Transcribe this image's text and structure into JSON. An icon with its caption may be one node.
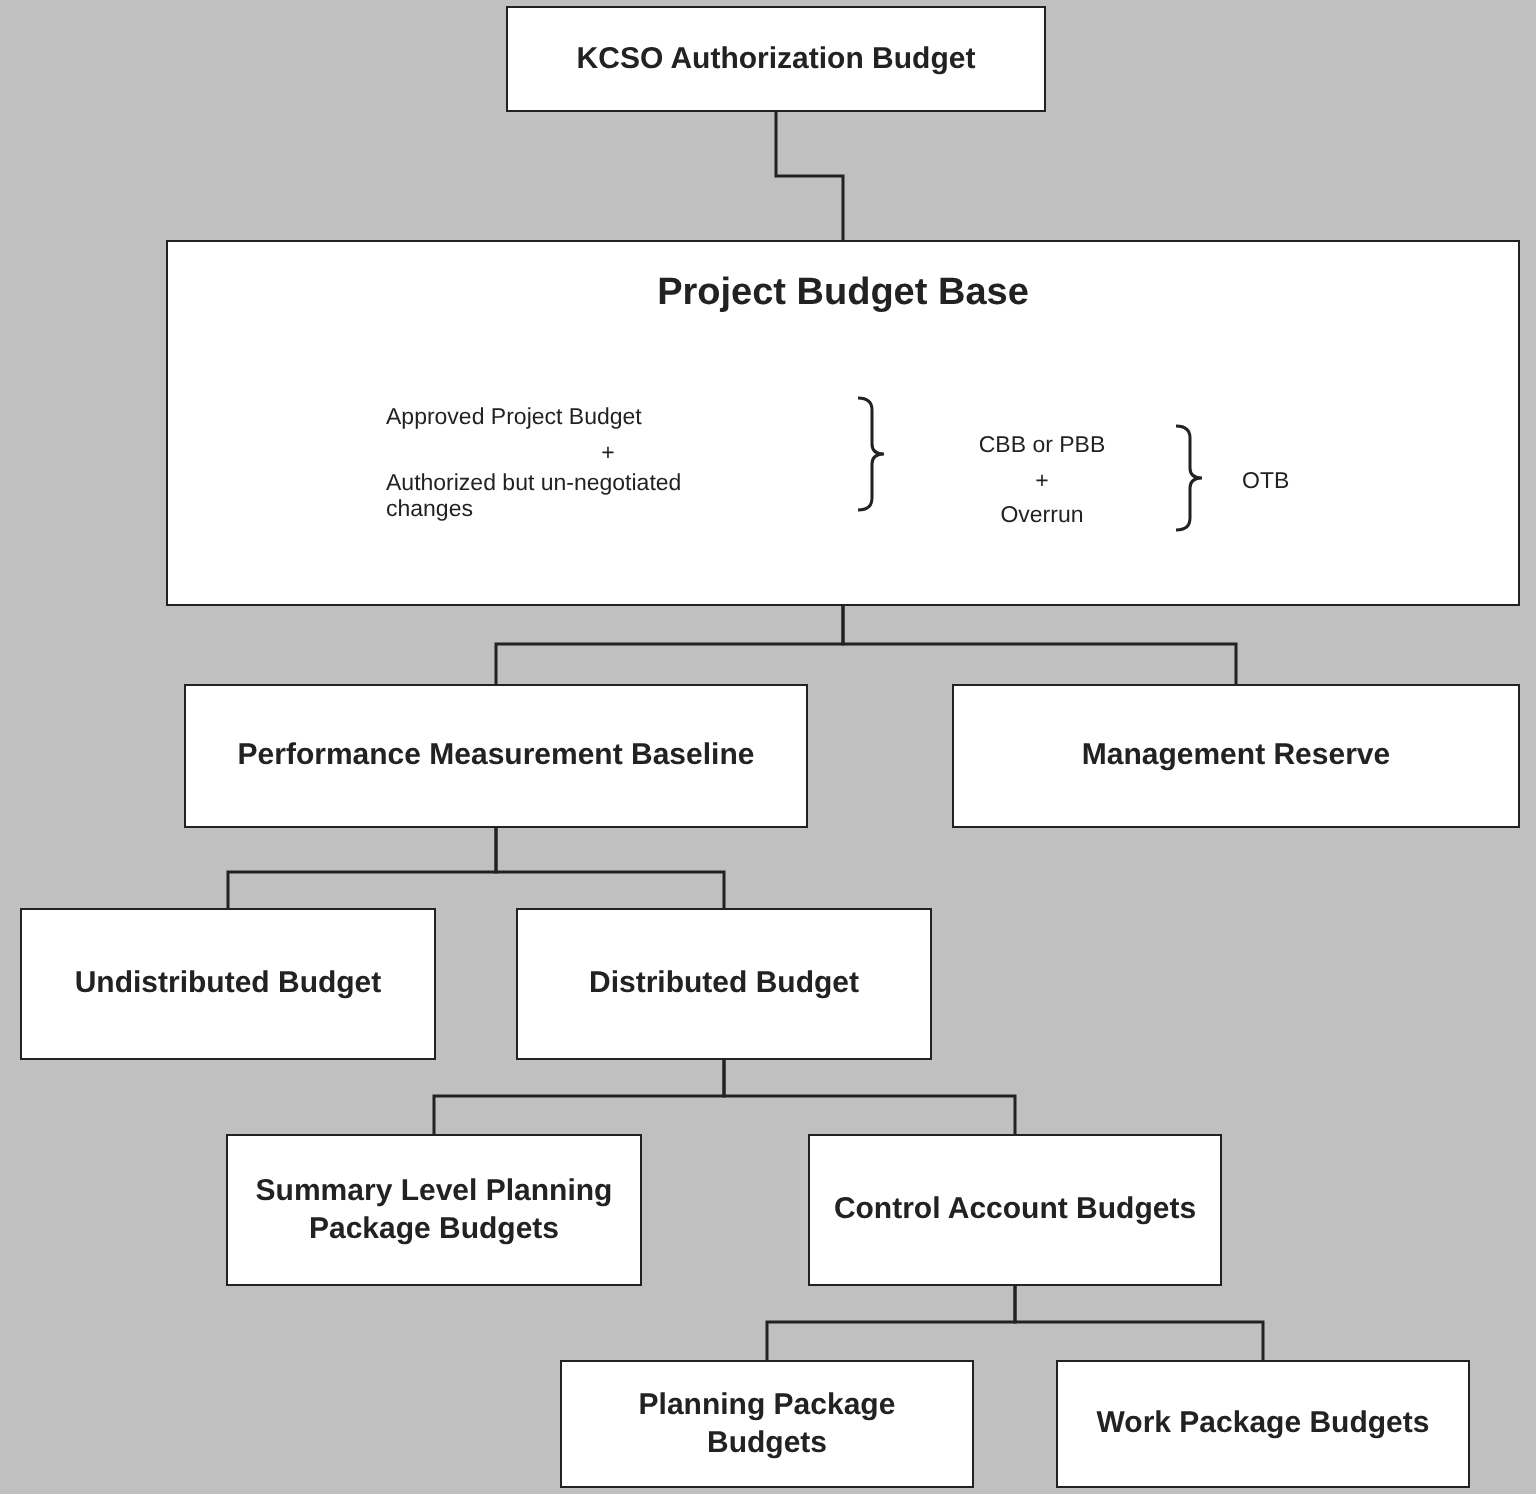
{
  "diagram": {
    "nodes": [
      {
        "text": [
          "KCSO Authorization Budget"
        ]
      },
      {
        "text": [
          "Project Budget Base",
          "Approved Project Budget",
          "+",
          "Authorized but un-negotiated changes",
          "CBB or PBB",
          "+",
          "Overrun",
          "OTB"
        ]
      },
      {
        "text": [
          "Performance Measurement Baseline"
        ]
      },
      {
        "text": [
          "Management Reserve"
        ]
      },
      {
        "text": [
          "Undistributed Budget"
        ]
      },
      {
        "text": [
          "Distributed Budget"
        ]
      },
      {
        "text": [
          "Summary Level Planning Package Budgets"
        ]
      },
      {
        "text": [
          "Control Account Budgets"
        ]
      },
      {
        "text": [
          "Planning Package Budgets"
        ]
      },
      {
        "text": [
          "Work Package Budgets"
        ]
      }
    ],
    "edges": [
      {
        "from": 0,
        "to": 1,
        "arrow": "none"
      },
      {
        "from": 1,
        "to": 2,
        "arrow": "none"
      },
      {
        "from": 1,
        "to": 3,
        "arrow": "none"
      },
      {
        "from": 2,
        "to": 4,
        "arrow": "none"
      },
      {
        "from": 2,
        "to": 5,
        "arrow": "none"
      },
      {
        "from": 5,
        "to": 6,
        "arrow": "none"
      },
      {
        "from": 5,
        "to": 7,
        "arrow": "none"
      },
      {
        "from": 7,
        "to": 8,
        "arrow": "none"
      },
      {
        "from": 7,
        "to": 9,
        "arrow": "none"
      }
    ]
  }
}
